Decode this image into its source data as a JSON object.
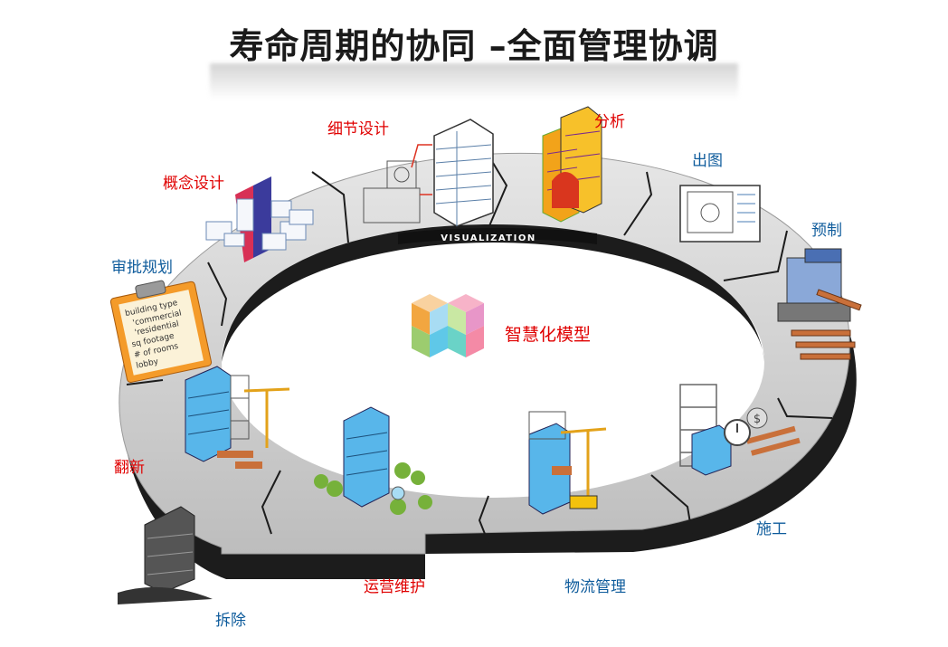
{
  "title": "寿命周期的协同 –全面管理协调",
  "ring_band_text": "VISUALIZATION",
  "center": {
    "label": "智慧化模型"
  },
  "stages": {
    "detail_design": "细节设计",
    "analysis": "分析",
    "drawing": "出图",
    "prefab": "预制",
    "concept_design": "概念设计",
    "approval": "审批规划",
    "renovation": "翻新",
    "demolition": "拆除",
    "operation": "运营维护",
    "logistics": "物流管理",
    "construction": "施工"
  },
  "clipboard_items": [
    "building type",
    "'commercial",
    "'residential",
    "sq footage",
    "# of rooms",
    "lobby"
  ],
  "colors": {
    "red": "#e00000",
    "blue": "#0f5c9c",
    "ring": "#c9c9c9",
    "ring_dark": "#1c1c1c"
  }
}
